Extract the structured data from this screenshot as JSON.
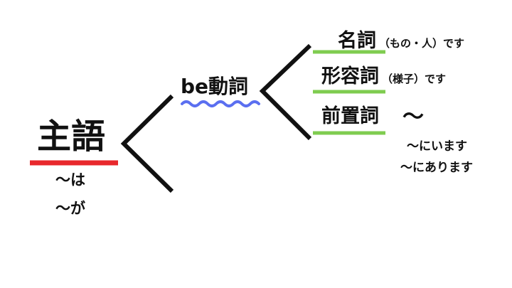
{
  "subject": {
    "label": "主語",
    "particle_wa": "〜は",
    "particle_ga": "〜が"
  },
  "verb": {
    "label": "be動詞"
  },
  "branches": [
    {
      "label": "名詞",
      "note": "（もの・人）です"
    },
    {
      "label": "形容詞",
      "note": "（様子）です"
    },
    {
      "label": "前置詞",
      "note": "〜"
    }
  ],
  "examples": [
    "〜にいます",
    "〜にあります"
  ],
  "colors": {
    "subject_underline": "#e8282c",
    "verb_wave": "#5b6ff0",
    "branch_underline": "#7fcc50",
    "lines": "#111111"
  }
}
